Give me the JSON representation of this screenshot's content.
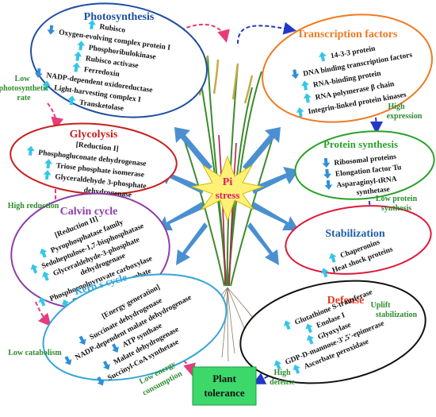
{
  "center": {
    "line1": "Pi",
    "line2": "stress"
  },
  "outcome": "Plant tolerance",
  "colors": {
    "arrow_up": "#35c6e6",
    "arrow_down": "#2f8fd6",
    "side_label": "#2e8b2e",
    "center_star": "#fff176",
    "outcome_box": "#3cd86a"
  },
  "modules": {
    "photosynthesis": {
      "title": "Photosynthesis",
      "color": "#1f4fa0",
      "items": [
        "Rubisco",
        "Oxygen-evolving complex protein I",
        "Phosphoribulokinase",
        "Rubisco activase",
        "Ferredoxin",
        "NADP-dependent oxidoreductase",
        "Light-harvesting complex I",
        "Transketolase"
      ]
    },
    "transcription": {
      "title": "Transcription factors",
      "color": "#f07a20",
      "items": [
        "14-3-3 protein",
        "DNA binding transcription factors",
        "RNA-binding protein",
        "RNA polymerase β chain",
        "Integrin-linked protein kinases"
      ]
    },
    "glycolysis": {
      "title": "Glycolysis",
      "color": "#c81e1e",
      "items": [
        "[Reduction I]",
        "Phosphogluconate dehydrogenase",
        "Triose phosphate isomerase",
        "Glyceraldehyde 3-phosphate",
        "dehydrogenase"
      ]
    },
    "protein_synthesis": {
      "title": "Protein synthesis",
      "color": "#2aa12a",
      "items": [
        "Ribosomal proteins",
        "Elongation factor Tu",
        "Asparaginyl-tRNA",
        "synthetase"
      ]
    },
    "calvin": {
      "title": "Calvin cycle",
      "color": "#8e3ca8",
      "items": [
        "[Reduction II]",
        "Pyrophosphatase family",
        "Sedoheptulose-1,7-bisphosphatase",
        "Glyceraldehyde-3-phosphate",
        "dehydrogenase",
        "Phosphoenolpyruvate carboxylase",
        "Pyruvate, orthophosphate",
        "dikinase"
      ]
    },
    "stabilization": {
      "title": "Stabilization",
      "color": "#1f5fa8",
      "items": [
        "Chaperonins",
        "Heat shock proteins"
      ]
    },
    "krebs": {
      "title": "Kerb's cycle",
      "color": "#35a6d8",
      "items": [
        "[Energy generation]",
        "Succinate dehydrogenase",
        "NADP-dependent malate dehydrogenase",
        "ATP synthase",
        "Malate dehydrogenase",
        "Succinyl-CoA synthetase"
      ]
    },
    "defense": {
      "title": "Defense",
      "color": "#e23a1e",
      "items": [
        "Glutathione S-transferase",
        "Enolase I",
        "Glyoxylase",
        "GDP-D-mannose-3',5'-epimerase",
        "Ascorbate peroxidase"
      ]
    }
  },
  "side_labels": {
    "low_photo": [
      "Low",
      "photosynthetic",
      "rate"
    ],
    "high_expression": [
      "High",
      "expression"
    ],
    "high_reduction": [
      "High reduction"
    ],
    "low_protein": [
      "Low protein",
      "synthesis"
    ],
    "uplift": [
      "Uplift",
      "stabilization"
    ],
    "low_catabolism": [
      "Low catabolism"
    ],
    "low_energy": [
      "Low energy",
      "consumption"
    ],
    "high_defense": [
      "High",
      "defense"
    ]
  }
}
